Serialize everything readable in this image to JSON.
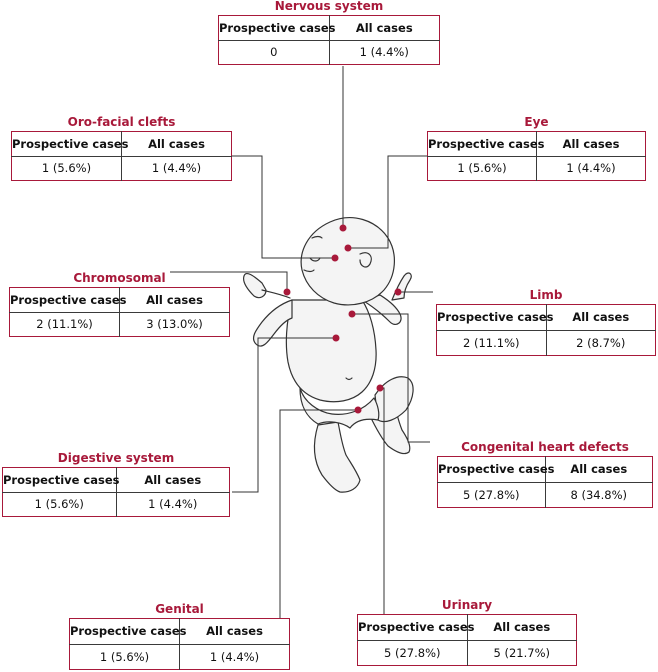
{
  "colors": {
    "accent": "#a8193a",
    "outline": "#3a3a3a"
  },
  "panels": {
    "nervous": {
      "title": "Nervous system",
      "col1": "Prospective cases",
      "col2": "All cases",
      "prospective": "0",
      "all": "1 (4.4%)"
    },
    "orofacial": {
      "title": "Oro-facial clefts",
      "col1": "Prospective cases",
      "col2": "All cases",
      "prospective": "1 (5.6%)",
      "all": "1 (4.4%)"
    },
    "eye": {
      "title": "Eye",
      "col1": "Prospective cases",
      "col2": "All cases",
      "prospective": "1 (5.6%)",
      "all": "1 (4.4%)"
    },
    "chromosomal": {
      "title": "Chromosomal",
      "col1": "Prospective cases",
      "col2": "All cases",
      "prospective": "2 (11.1%)",
      "all": "3 (13.0%)"
    },
    "limb": {
      "title": "Limb",
      "col1": "Prospective cases",
      "col2": "All cases",
      "prospective": "2 (11.1%)",
      "all": "2 (8.7%)"
    },
    "digestive": {
      "title": "Digestive system",
      "col1": "Prospective cases",
      "col2": "All cases",
      "prospective": "1 (5.6%)",
      "all": "1 (4.4%)"
    },
    "heart": {
      "title": "Congenital heart defects",
      "col1": "Prospective cases",
      "col2": "All cases",
      "prospective": "5 (27.8%)",
      "all": "8 (34.8%)"
    },
    "genital": {
      "title": "Genital",
      "col1": "Prospective cases",
      "col2": "All cases",
      "prospective": "1 (5.6%)",
      "all": "1 (4.4%)"
    },
    "urinary": {
      "title": "Urinary",
      "col1": "Prospective cases",
      "col2": "All cases",
      "prospective": "5 (27.8%)",
      "all": "5 (21.7%)"
    }
  }
}
